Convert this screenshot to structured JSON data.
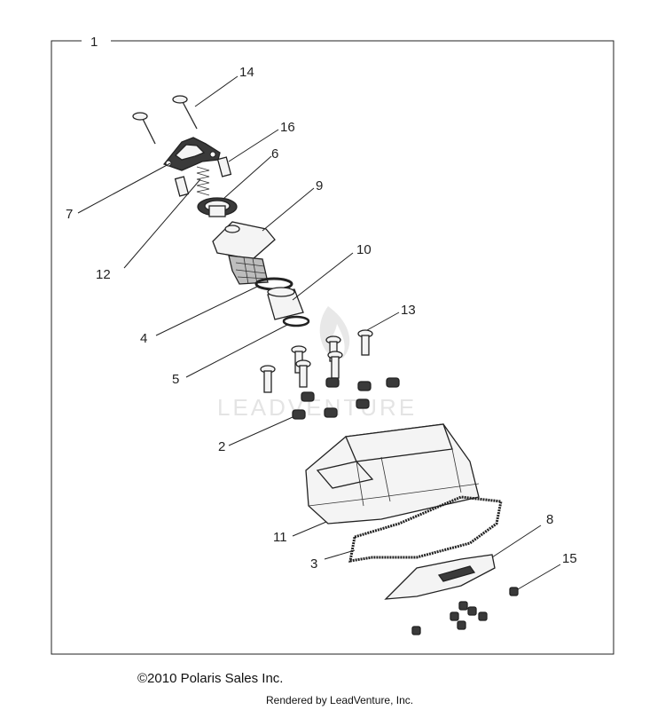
{
  "frame": {
    "callout": "1"
  },
  "callouts": {
    "c2": "2",
    "c3": "3",
    "c4": "4",
    "c5": "5",
    "c6": "6",
    "c7": "7",
    "c8": "8",
    "c9": "9",
    "c10": "10",
    "c11": "11",
    "c12": "12",
    "c13": "13",
    "c14": "14",
    "c15": "15",
    "c16": "16"
  },
  "watermark": "LEADVENTURE",
  "footer": {
    "copyright": "©2010 Polaris Sales Inc.",
    "rendered_by": "Rendered by LeadVenture, Inc."
  }
}
